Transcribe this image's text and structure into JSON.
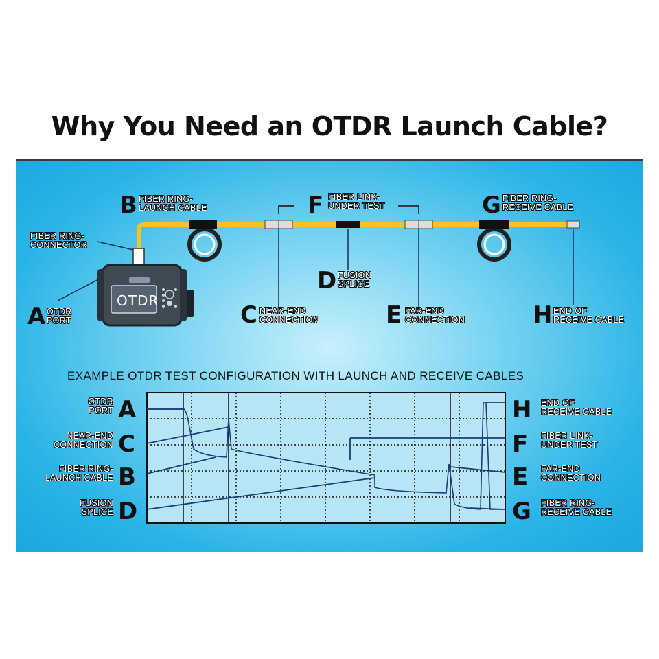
{
  "title": "Why You Need an OTDR Launch Cable?",
  "device_label": "OTDR",
  "top_labels": {
    "a": {
      "letter": "A",
      "text1": "OTDR",
      "text2": "PORT"
    },
    "b": {
      "letter": "B",
      "text1": "FIBER RING-",
      "text2": "LAUNCH CABLE"
    },
    "c": {
      "letter": "C",
      "text1": "NEAR-END",
      "text2": "CONNECTION"
    },
    "d": {
      "letter": "D",
      "text1": "FUSION",
      "text2": "SPLICE"
    },
    "e": {
      "letter": "E",
      "text1": "FAR-END",
      "text2": "CONNECTION"
    },
    "f": {
      "letter": "F",
      "text1": "FIBER LINK-",
      "text2": "UNDER TEST"
    },
    "g": {
      "letter": "G",
      "text1": "FIBER RING-",
      "text2": "RECEIVE CABLE"
    },
    "h": {
      "letter": "H",
      "text1": "END OF",
      "text2": "RECEIVE CABLE"
    },
    "connector": {
      "text1": "FIBER RING-",
      "text2": "CONNECTOR"
    }
  },
  "subtitle": "EXAMPLE OTDR TEST CONFIGURATION WITH LAUNCH AND RECEIVE CABLES",
  "left_legend": [
    {
      "letter": "A",
      "text1": "OTDR",
      "text2": "PORT"
    },
    {
      "letter": "C",
      "text1": "NEAR-END",
      "text2": "CONNECTION"
    },
    {
      "letter": "B",
      "text1": "FIBER RING-",
      "text2": "LAUNCH CABLE"
    },
    {
      "letter": "D",
      "text1": "FUSION",
      "text2": "SPLICE"
    }
  ],
  "right_legend": [
    {
      "letter": "H",
      "text1": "END OF",
      "text2": "RECEIVE CABLE"
    },
    {
      "letter": "F",
      "text1": "FIBER LINK-",
      "text2": "UNDER TEST"
    },
    {
      "letter": "E",
      "text1": "FAR-END",
      "text2": "CONNECTION"
    },
    {
      "letter": "G",
      "text1": "FIBER RING-",
      "text2": "RECEIVE CABLE"
    }
  ],
  "colors": {
    "cable": "#f2c230",
    "trace": "#1a3d7c",
    "panel": "#2ab4e6"
  }
}
